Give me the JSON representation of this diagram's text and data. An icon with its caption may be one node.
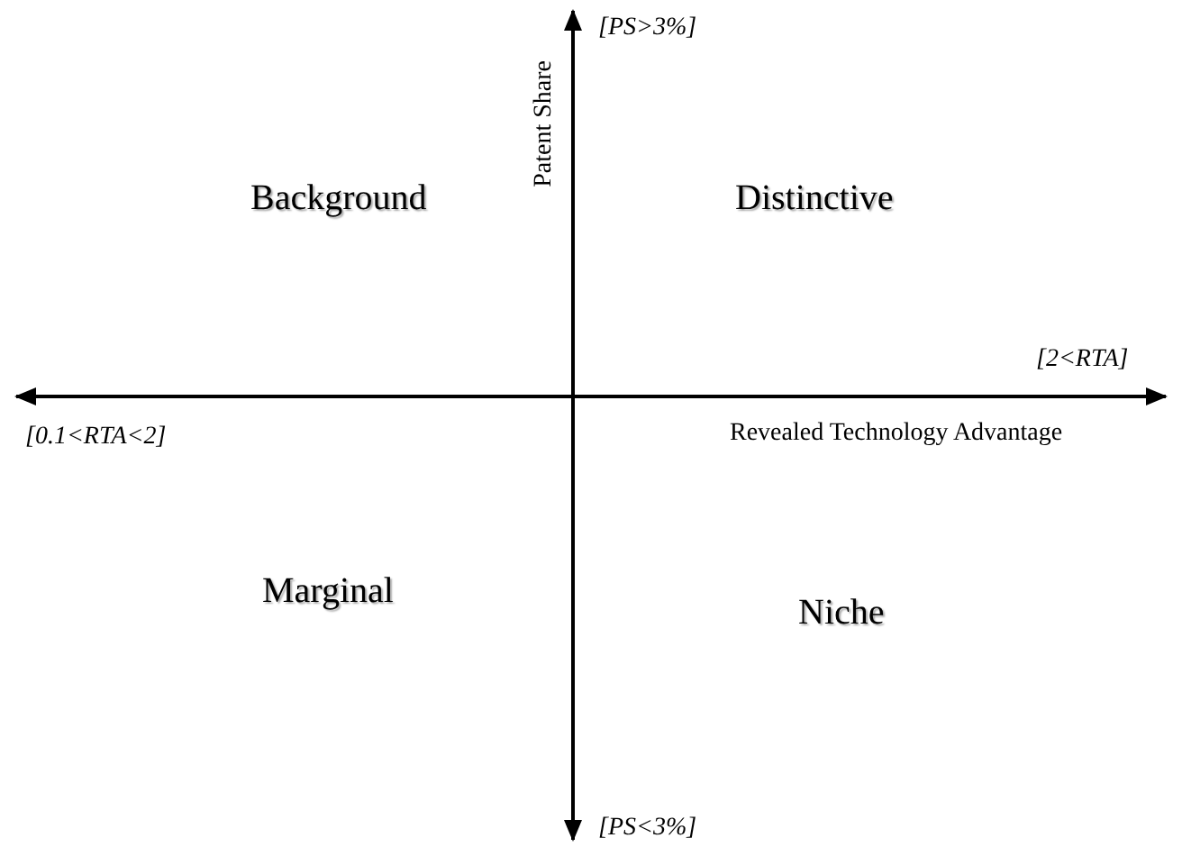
{
  "diagram": {
    "labels": [
      "[PS>3%]",
      "Patent Share",
      "Background",
      "Distinctive",
      "[2<RTA]",
      "[0.1<RTA<2]",
      "Revealed Technology Advantage",
      "Marginal",
      "Niche",
      "[PS<3%]"
    ]
  }
}
